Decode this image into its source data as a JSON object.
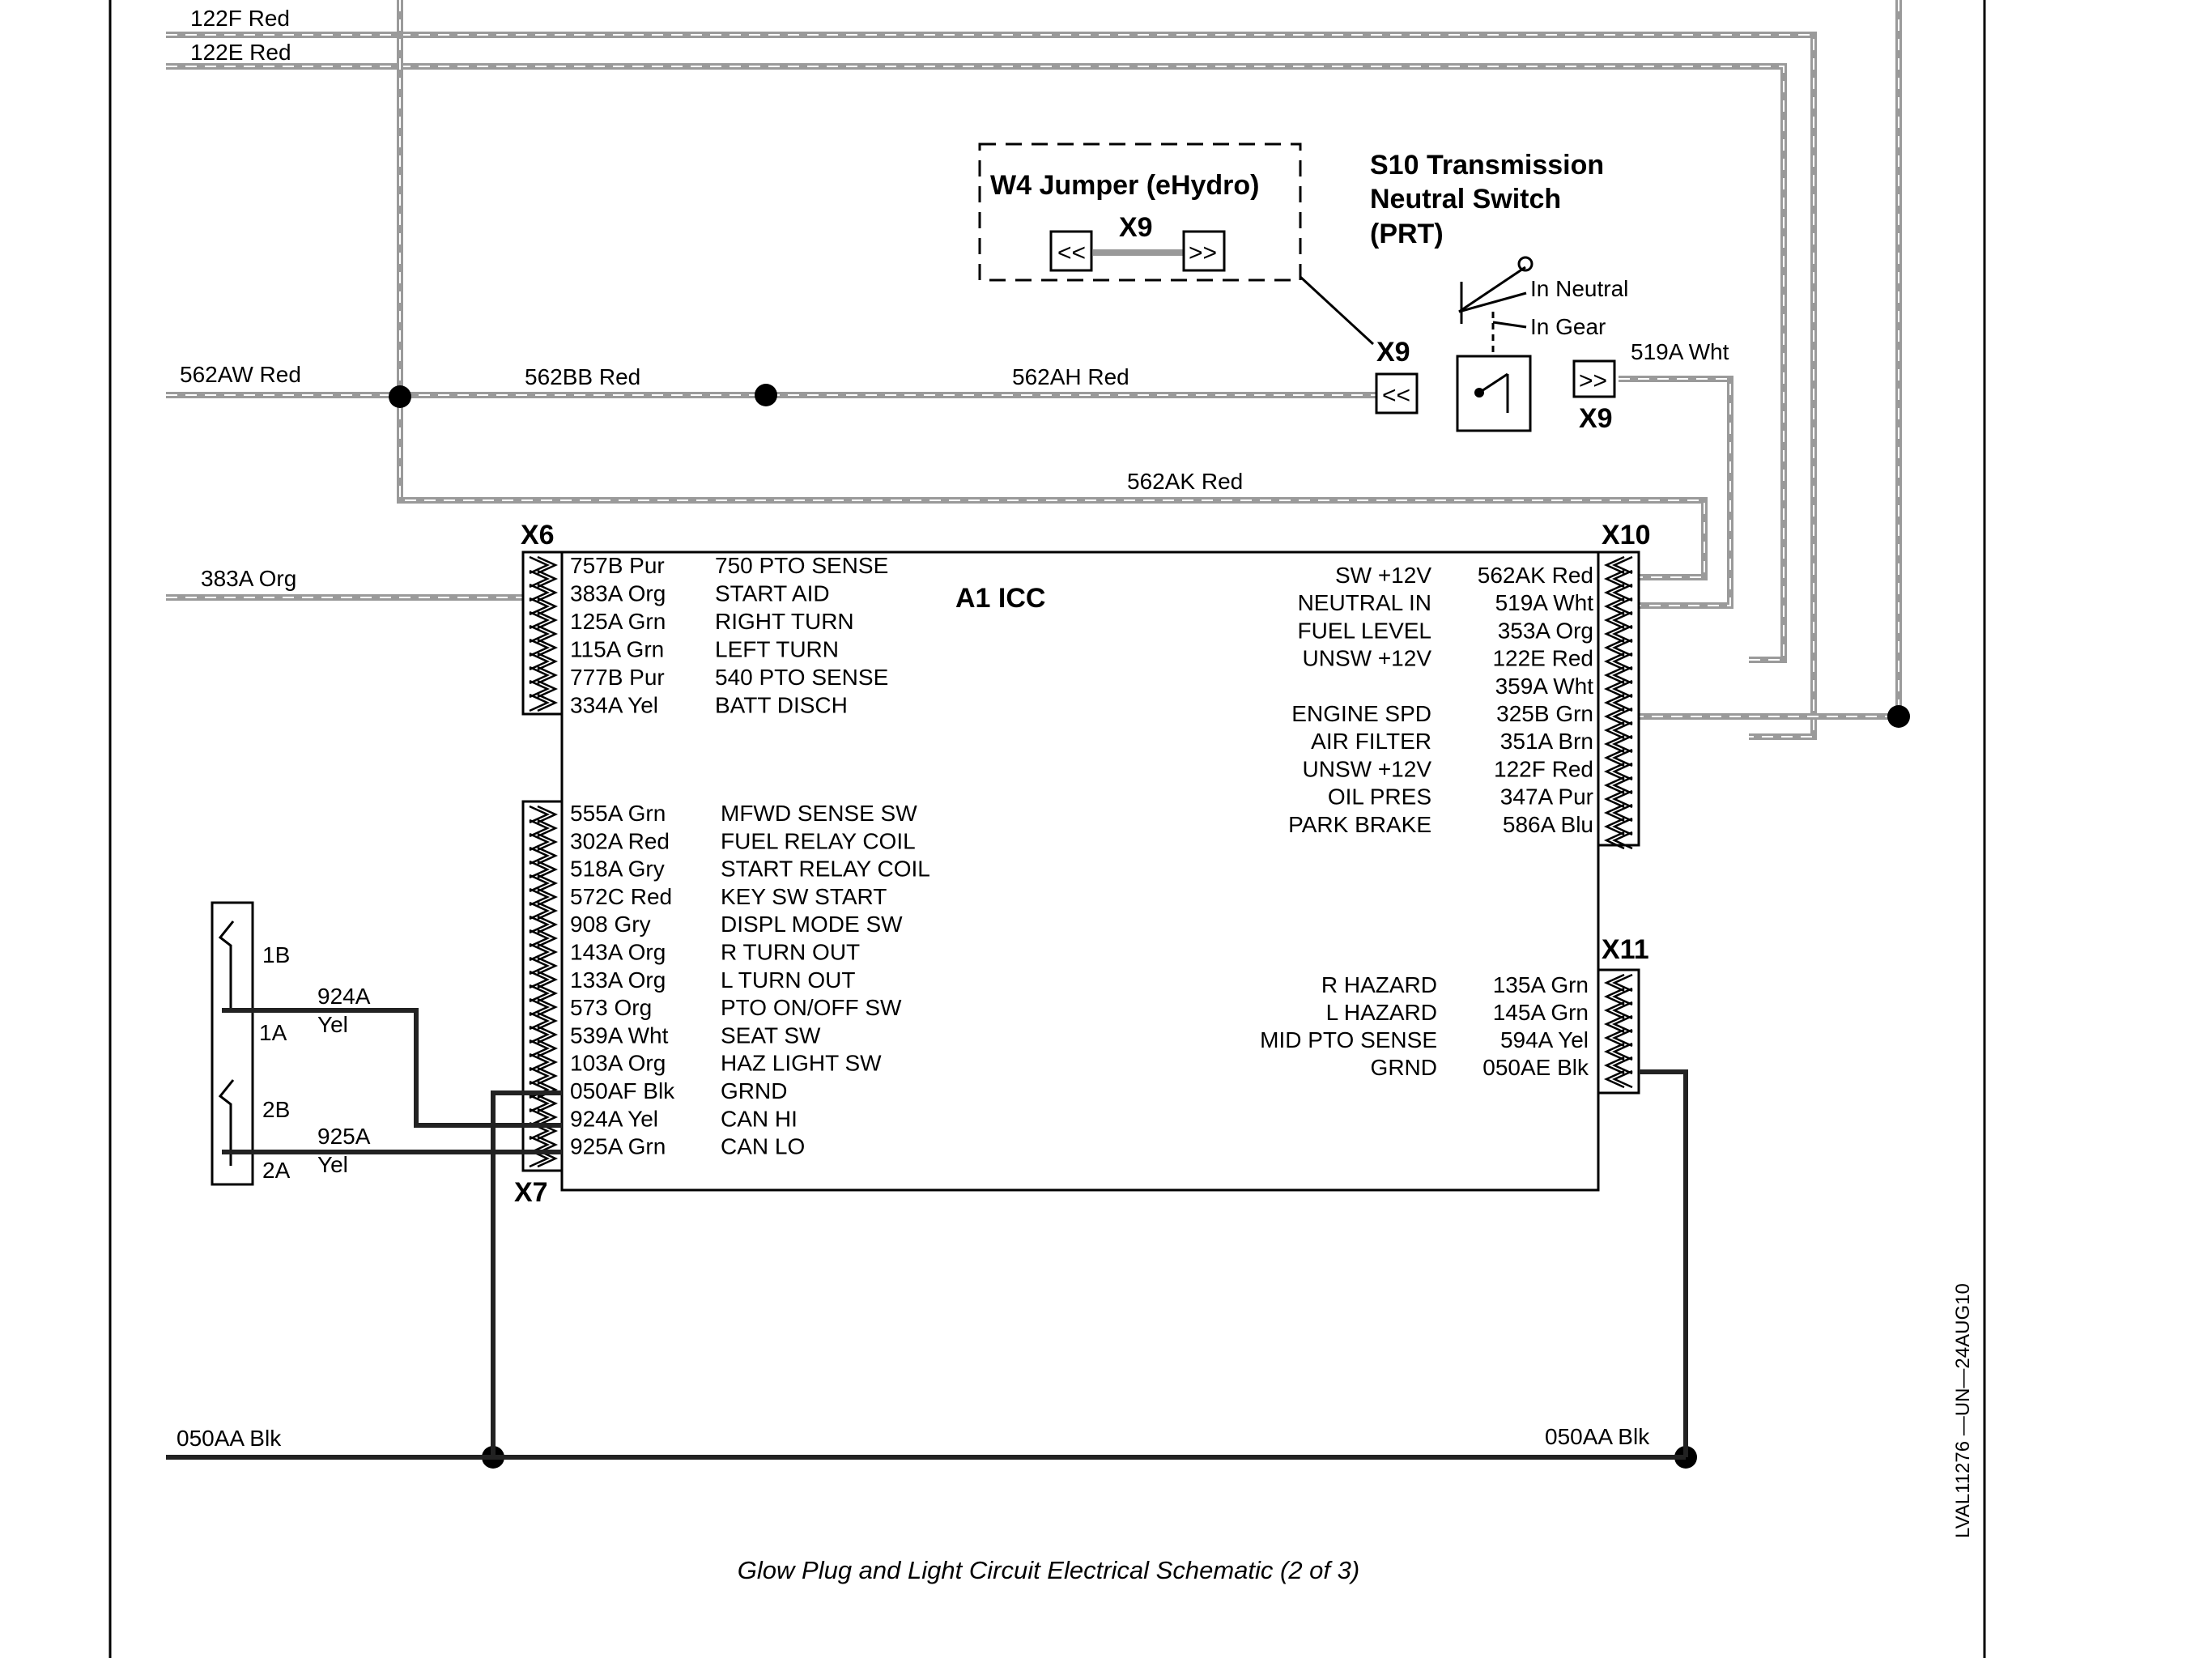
{
  "page_title": "Glow Plug and Light Circuit Electrical Schematic (2 of 3)",
  "figure_id": "LVAL11276 —UN—24AUG10",
  "top_wires": [
    "122F Red",
    "122E Red"
  ],
  "main_wires": {
    "w562aw": "562AW Red",
    "w562bb": "562BB Red",
    "w562ah": "562AH Red",
    "w562ak": "562AK Red",
    "w519a": "519A Wht",
    "w383a": "383A Org",
    "ground_left": "050AA Blk",
    "ground_right": "050AA Blk"
  },
  "jumper": {
    "title": "W4 Jumper (eHydro)",
    "connector": "X9"
  },
  "switch": {
    "title": [
      "S10 Transmission",
      "Neutral Switch",
      "(PRT)"
    ],
    "pos_neutral": "In Neutral",
    "pos_gear": "In Gear",
    "conn_left": "X9",
    "conn_right": "X9"
  },
  "controller": {
    "name": "A1 ICC",
    "x6": {
      "label": "X6",
      "wires": [
        "757B Pur",
        "383A Org",
        "125A Grn",
        "115A Grn",
        "777B Pur",
        "334A Yel"
      ],
      "functions": [
        "750 PTO SENSE",
        "START AID",
        "RIGHT TURN",
        "LEFT TURN",
        "540 PTO SENSE",
        "BATT DISCH"
      ]
    },
    "x7": {
      "label": "X7",
      "wires": [
        "555A Grn",
        "302A Red",
        "518A Gry",
        "572C Red",
        "908 Gry",
        "143A Org",
        "133A Org",
        "573 Org",
        "539A Wht",
        "103A Org",
        "050AF Blk",
        "924A Yel",
        "925A Grn"
      ],
      "functions": [
        "MFWD SENSE SW",
        "FUEL RELAY COIL",
        "START RELAY COIL",
        "KEY SW START",
        "DISPL MODE SW",
        "R TURN OUT",
        "L TURN OUT",
        "PTO ON/OFF SW",
        "SEAT SW",
        "HAZ LIGHT SW",
        "GRND",
        "CAN HI",
        "CAN LO"
      ]
    },
    "x10": {
      "label": "X10",
      "wires": [
        "562AK Red",
        "519A Wht",
        "353A Org",
        "122E Red",
        "359A Wht",
        "325B Grn",
        "351A Brn",
        "122F Red",
        "347A Pur",
        "586A Blu"
      ],
      "functions": [
        "SW +12V",
        "NEUTRAL IN",
        "FUEL LEVEL",
        "UNSW +12V",
        "",
        "ENGINE SPD",
        "AIR FILTER",
        "UNSW +12V",
        "OIL PRES",
        "PARK BRAKE"
      ]
    },
    "x11": {
      "label": "X11",
      "wires": [
        "135A Grn",
        "145A Grn",
        "594A Yel",
        "050AE Blk"
      ],
      "functions": [
        "R HAZARD",
        "L HAZARD",
        "MID PTO SENSE",
        "GRND"
      ]
    }
  },
  "can_connector": {
    "pins": [
      "1B",
      "1A",
      "2B",
      "2A"
    ],
    "wire1": [
      "924A",
      "Yel"
    ],
    "wire2": [
      "925A",
      "Yel"
    ]
  }
}
